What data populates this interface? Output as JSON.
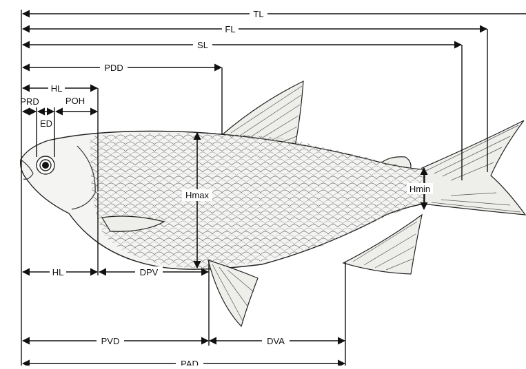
{
  "diagram": {
    "labels": {
      "tl": "TL",
      "fl": "FL",
      "sl": "SL",
      "pdd": "PDD",
      "hl_top": "HL",
      "prd": "PRD",
      "poh": "POH",
      "ed": "ED",
      "hmax": "Hmax",
      "hmin": "Hmin",
      "hl_bottom": "HL",
      "dpv": "DPV",
      "pvd": "PVD",
      "dva": "DVA",
      "pad": "PAD"
    }
  }
}
